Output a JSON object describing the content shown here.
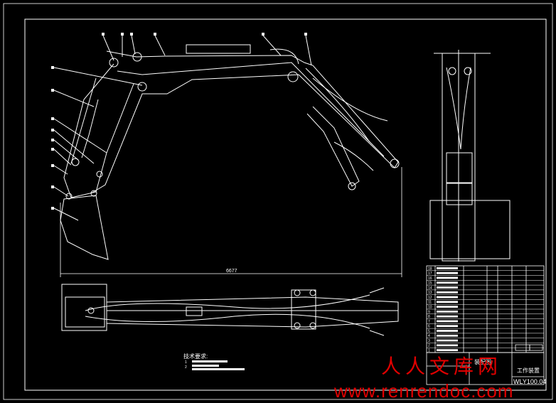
{
  "drawing": {
    "dimension_label": "6677",
    "notes_title": "技术要求:",
    "notes_numbers": [
      "1",
      "2"
    ]
  },
  "title_block": {
    "view_name": "装配图",
    "part_name": "工作装置",
    "drawing_code": "WLY100.04"
  },
  "bom": {
    "row_numbers": [
      "18",
      "17",
      "16",
      "15",
      "14",
      "13",
      "12",
      "11",
      "10",
      "9",
      "8",
      "7",
      "6",
      "5",
      "4",
      "3",
      "2",
      "1"
    ]
  },
  "watermark": {
    "brand": "人人文库网",
    "url": "www.renrendoc.com"
  },
  "colors": {
    "background": "#000000",
    "lines": "#ffffff",
    "watermark": "#e00000"
  }
}
